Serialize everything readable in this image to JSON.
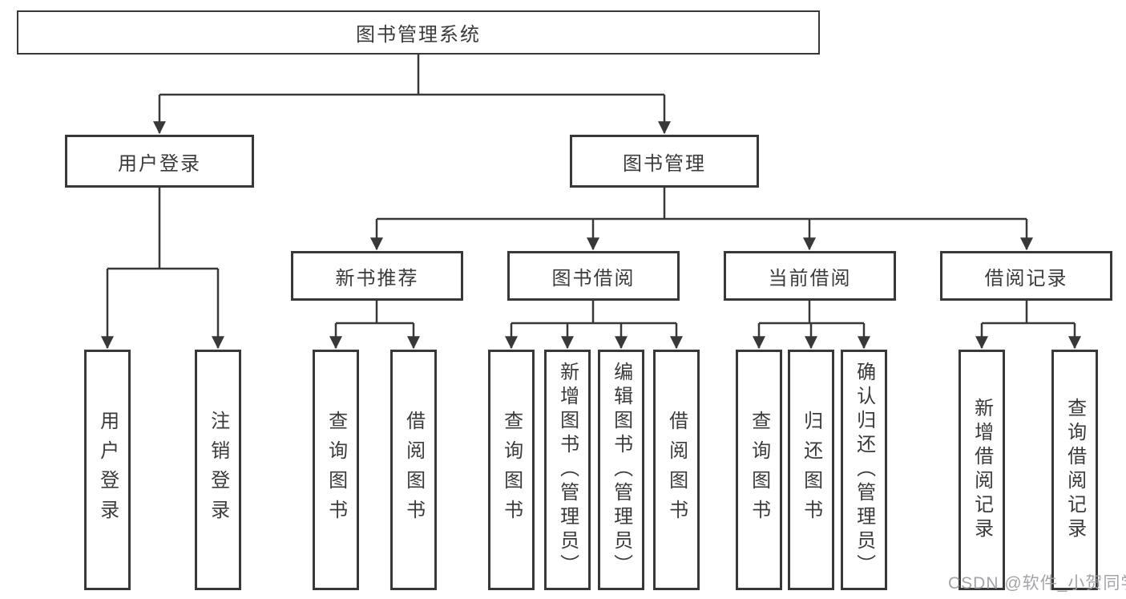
{
  "diagram": {
    "type": "hierarchy-tree",
    "root": {
      "label": "图书管理系统"
    },
    "branches": [
      {
        "label": "用户登录",
        "leaves": [
          {
            "label": "用户登录"
          },
          {
            "label": "注销登录"
          }
        ]
      },
      {
        "label": "图书管理",
        "sections": [
          {
            "label": "新书推荐",
            "leaves": [
              {
                "label": "查询图书"
              },
              {
                "label": "借阅图书"
              }
            ]
          },
          {
            "label": "图书借阅",
            "leaves": [
              {
                "label": "查询图书"
              },
              {
                "label": "新增图书（管理员）"
              },
              {
                "label": "编辑图书（管理员）"
              },
              {
                "label": "借阅图书"
              }
            ]
          },
          {
            "label": "当前借阅",
            "leaves": [
              {
                "label": "查询图书"
              },
              {
                "label": "归还图书"
              },
              {
                "label": "确认归还（管理员）"
              }
            ]
          },
          {
            "label": "借阅记录",
            "leaves": [
              {
                "label": "新增借阅记录"
              },
              {
                "label": "查询借阅记录"
              }
            ]
          }
        ]
      }
    ]
  },
  "watermark": {
    "text": "CSDN @软件_小贺同学",
    "color": "#9c9ca2"
  },
  "colors": {
    "line": "#383838",
    "text": "#3b3b3b",
    "background": "#ffffff"
  }
}
